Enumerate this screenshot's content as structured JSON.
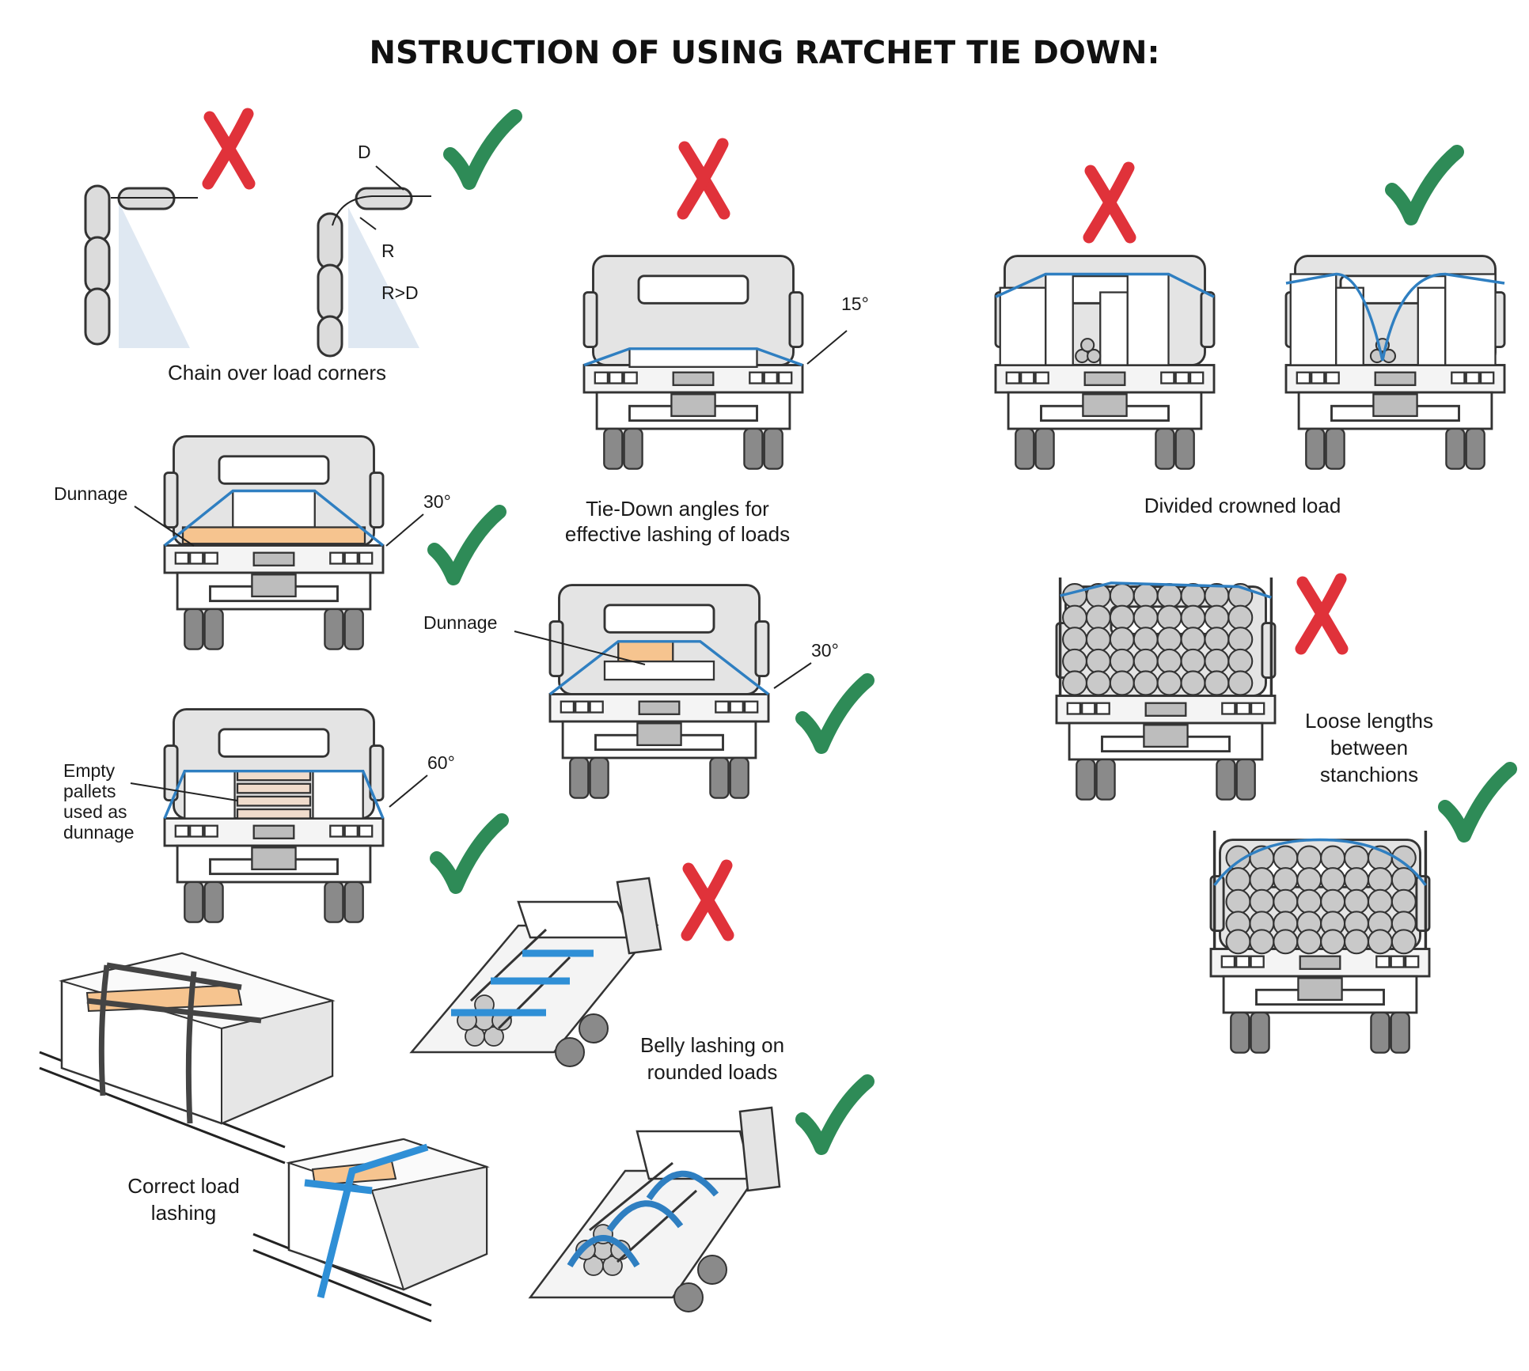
{
  "title": "NSTRUCTION OF USING RATCHET TIE DOWN:",
  "colors": {
    "wrong": "#e0323a",
    "right": "#2e8b57",
    "strap": "#2f7fc1",
    "dunnage": "#f6c48f"
  },
  "icons": {
    "wrong": "cross-mark-icon",
    "right": "check-mark-icon"
  },
  "panels": {
    "chain": {
      "caption": "Chain over load corners",
      "label_d": "D",
      "label_r": "R",
      "label_rule": "R>D"
    },
    "tiedown": {
      "caption_line1": "Tie-Down angles for",
      "caption_line2": "effective lashing of loads",
      "angle": "15°"
    },
    "dunnage1": {
      "label": "Dunnage",
      "angle": "30°"
    },
    "dunnage2": {
      "label": "Dunnage",
      "angle": "30°"
    },
    "pallets": {
      "label_line1": "Empty",
      "label_line2": "pallets",
      "label_line3": "used as",
      "label_line4": "dunnage",
      "angle": "60°"
    },
    "crowned": {
      "caption": "Divided crowned load"
    },
    "loose": {
      "caption_line1": "Loose lengths",
      "caption_line2": "between",
      "caption_line3": "stanchions"
    },
    "belly": {
      "caption_line1": "Belly lashing on",
      "caption_line2": "rounded loads"
    },
    "correct": {
      "caption_line1": "Correct load",
      "caption_line2": "lashing"
    }
  }
}
